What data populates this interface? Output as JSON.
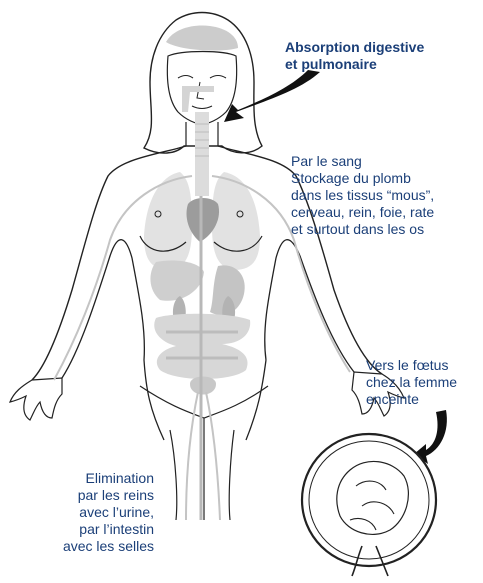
{
  "labels": {
    "absorption": [
      "Absorption digestive",
      "et pulmonaire"
    ],
    "blood": [
      "Par le sang",
      "Stockage du plomb",
      "dans les tissus “mous”,",
      "cerveau, rein, foie, rate",
      "et surtout dans les os"
    ],
    "fetus": [
      "Vers le fœtus",
      "chez la femme",
      "enceinte"
    ],
    "elimination": [
      "Elimination",
      "par les reins",
      "avec l’urine,",
      "par l’intestin",
      "avec les selles"
    ]
  },
  "colors": {
    "text": "#1b3f78",
    "outline": "#222222",
    "organ_light": "#d6d6d6",
    "organ_mid": "#bdbdbd",
    "organ_dark": "#9a9a9a",
    "vessel": "#b8b8b8",
    "arrow": "#111111"
  }
}
